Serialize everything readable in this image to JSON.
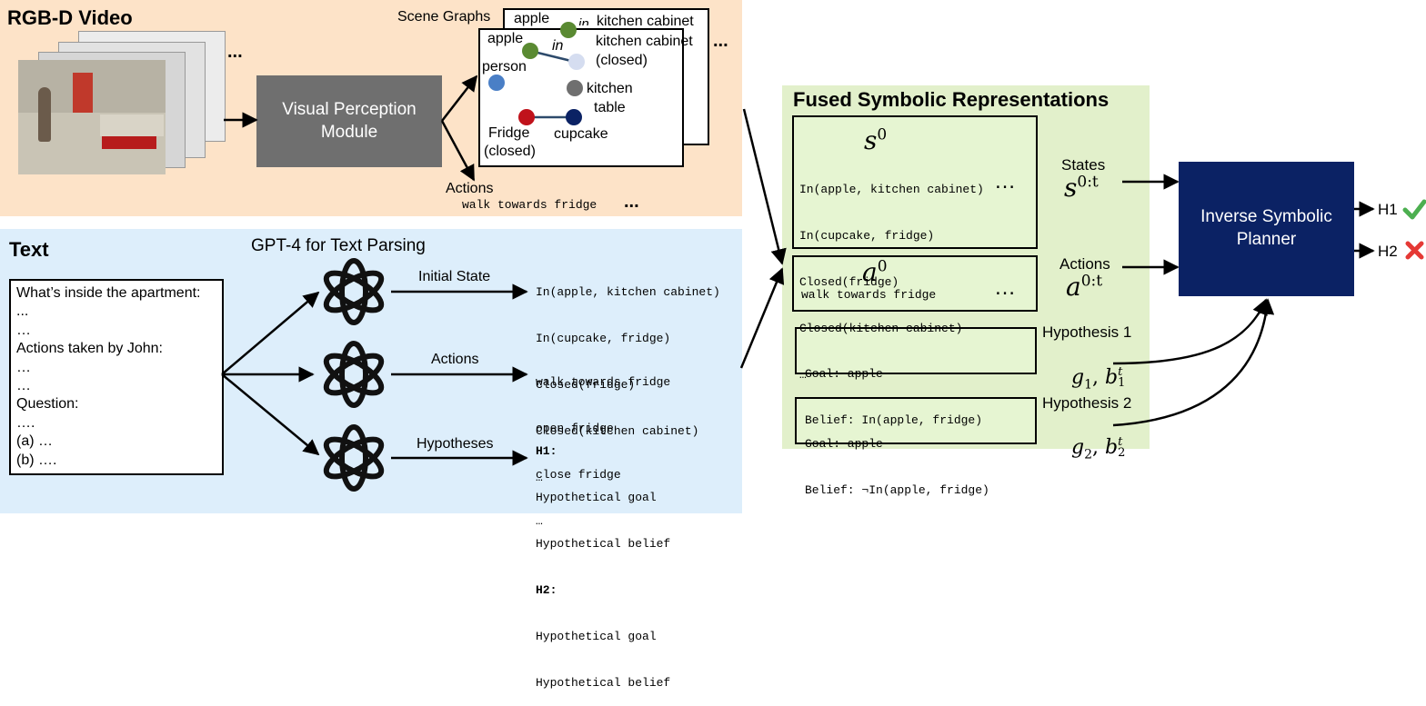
{
  "video": {
    "title": "RGB-D Video",
    "scene_graphs_label": "Scene Graphs",
    "perception_module": [
      "Visual Perception",
      "Module"
    ],
    "actions_label": "Actions",
    "actions_text": "walk towards fridge",
    "dots": "...",
    "back_graph": {
      "apple": "apple",
      "in": "in",
      "cabinet": "kitchen cabinet"
    },
    "graph": {
      "apple": "apple",
      "in": "in",
      "cabinet": [
        "kitchen cabinet",
        "(closed)"
      ],
      "person": "person",
      "table": [
        "kitchen",
        "table"
      ],
      "fridge": [
        "Fridge",
        "(closed)"
      ],
      "cupcake": "cupcake"
    }
  },
  "text_panel": {
    "title": "Text",
    "gpt_label": "GPT-4 for Text Parsing",
    "prompt_lines": [
      "What’s inside the apartment:",
      "...",
      "…",
      "Actions taken by John:",
      "…",
      "…",
      "Question:",
      "….",
      "(a) …",
      "(b) …."
    ],
    "branches": [
      {
        "label": "Initial State",
        "lines": [
          "In(apple, kitchen cabinet)",
          "In(cupcake, fridge)",
          "Closed(fridge)",
          "Closed(kitchen cabinet)",
          "…"
        ]
      },
      {
        "label": "Actions",
        "lines": [
          "walk towards fridge",
          "open fridge",
          "close fridge",
          "…"
        ]
      },
      {
        "label": "Hypotheses",
        "lines": [
          "H1:",
          "Hypothetical goal",
          "Hypothetical belief",
          "H2:",
          "Hypothetical goal",
          "Hypothetical belief"
        ]
      }
    ]
  },
  "fused": {
    "title": "Fused Symbolic Representations",
    "state_symbol": "s",
    "state_sup": "0",
    "state_lines": [
      "In(apple, kitchen cabinet)",
      "In(cupcake, fridge)",
      "Closed(fridge)",
      "Closed(kitchen cabinet)",
      "…"
    ],
    "action_symbol": "a",
    "action_sup": "0",
    "action_line": "walk towards fridge",
    "ellipsis": "…",
    "h1": {
      "goal": "Goal: apple",
      "belief": "Belief: In(apple, fridge)"
    },
    "h2": {
      "goal": "Goal: apple",
      "belief": "Belief: ¬In(apple, fridge)"
    }
  },
  "side_labels": {
    "states": "States",
    "states_sym": "s",
    "states_sup": "0:t",
    "actions": "Actions",
    "actions_sym": "a",
    "actions_sup": "0:t",
    "hyp1": "Hypothesis 1",
    "hyp1_sym": "g",
    "hyp1_sub": "1",
    "hyp1_b": "b",
    "hyp1_sup": "t",
    "hyp1_bsub": "1",
    "hyp2": "Hypothesis 2",
    "hyp2_sym": "g",
    "hyp2_sub": "2",
    "hyp2_b": "b",
    "hyp2_sup": "t",
    "hyp2_bsub": "2"
  },
  "planner": {
    "lines": [
      "Inverse Symbolic",
      "Planner"
    ]
  },
  "outputs": {
    "h1": "H1",
    "h2": "H2",
    "h1_color": "#4caf50",
    "h2_color": "#e53935"
  }
}
